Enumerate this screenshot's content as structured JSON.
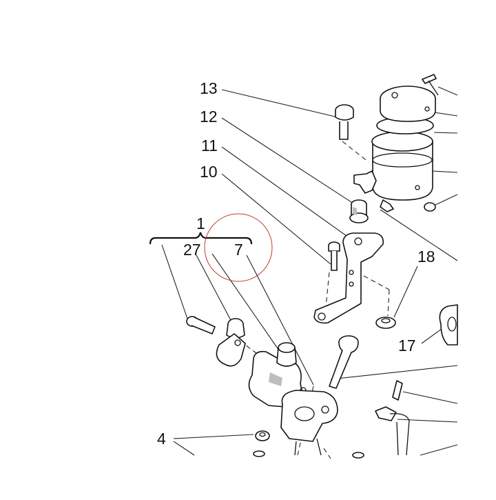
{
  "callouts": [
    {
      "id": "c13",
      "text": "13"
    },
    {
      "id": "c12",
      "text": "12"
    },
    {
      "id": "c11",
      "text": "11"
    },
    {
      "id": "c10",
      "text": "10"
    },
    {
      "id": "c1",
      "text": "1"
    },
    {
      "id": "c27",
      "text": "27"
    },
    {
      "id": "c7",
      "text": "7"
    },
    {
      "id": "c18",
      "text": "18"
    },
    {
      "id": "c17",
      "text": "17"
    },
    {
      "id": "c4",
      "text": "4"
    }
  ],
  "highlight": {
    "color": "#c0392b"
  }
}
